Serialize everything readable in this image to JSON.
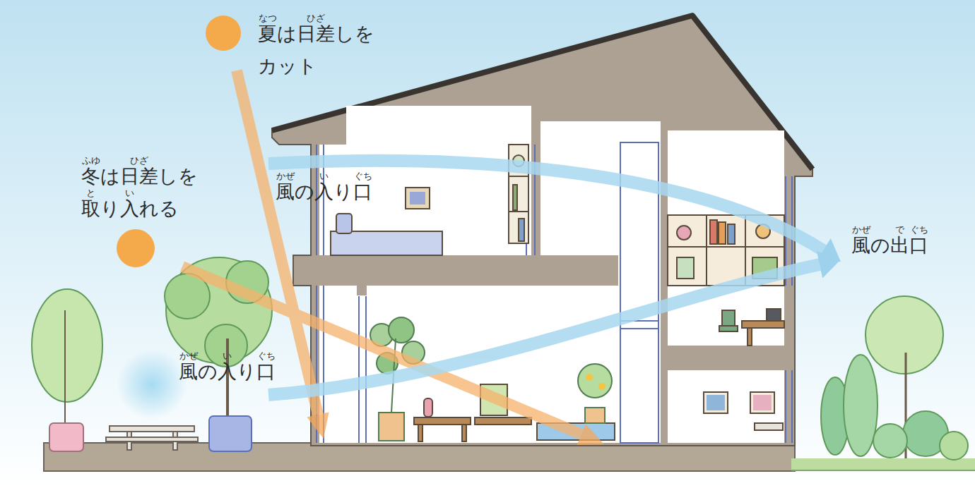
{
  "diagram": {
    "labels": [
      "夏は日差しを カット",
      "なつ",
      "ひざ",
      "冬は日差しを 取り入れる",
      "ふゆ",
      "ひざ",
      "と",
      "い",
      "風の入り口",
      "かぜ",
      "い",
      "ぐち",
      "風の入り口",
      "かぜ",
      "い",
      "ぐち",
      "風の出口",
      "かぜ",
      "で",
      "ぐち"
    ]
  }
}
